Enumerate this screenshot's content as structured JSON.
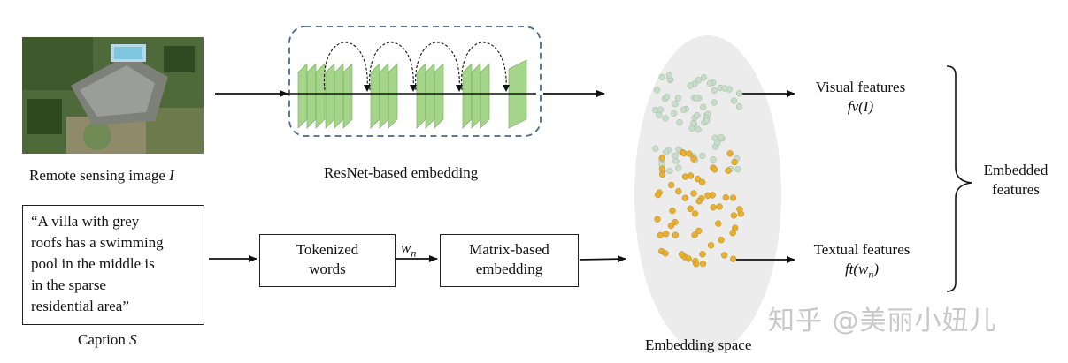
{
  "image_label": "Remote sensing image I",
  "resnet_label": "ResNet-based embedding",
  "caption": {
    "lines": [
      "“A villa with grey",
      "roofs has a swimming",
      "pool in the middle is",
      "in the sparse",
      "residential area”"
    ],
    "label": "Caption S"
  },
  "tokenized": {
    "line1": "Tokenized",
    "line2": "words"
  },
  "wn": "w",
  "wn_sub": "n",
  "matrix": {
    "line1": "Matrix-based",
    "line2": "embedding"
  },
  "space_label": "Embedding space",
  "visual": {
    "title": "Visual features",
    "formula": "fv(I)"
  },
  "textual": {
    "title": "Textual features",
    "formula_pre": "ft(w",
    "formula_sub": "n",
    "formula_post": ")"
  },
  "embedded": {
    "line1": "Embedded",
    "line2": "features"
  },
  "watermark": "知乎 @美丽小妞儿",
  "colors": {
    "visual_dots": "#c7dcc9",
    "textual_dots": "#e8b030",
    "layers": "#a5d58a",
    "dashed_box": "#4a6a8a",
    "ellipse": "#ececec"
  }
}
